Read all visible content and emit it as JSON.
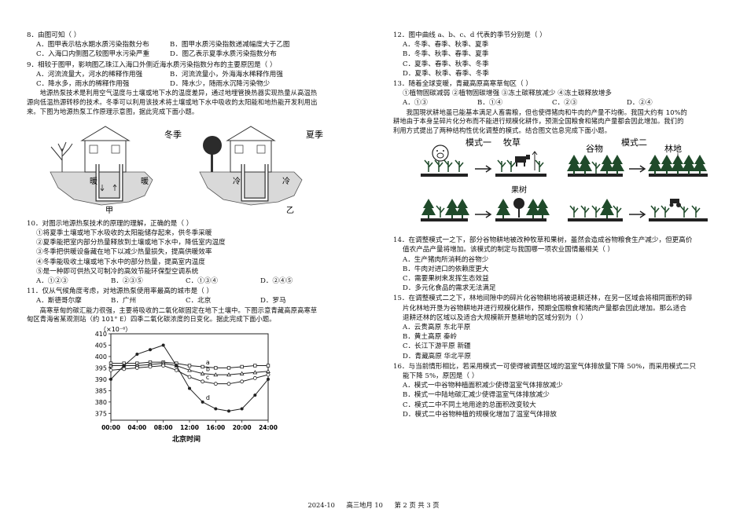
{
  "left": {
    "q8": {
      "stem": "8．由图可知（        ）",
      "a": "A．图甲表示枯水期水质污染指数分布",
      "b": "B．图甲水质污染指数递减幅度大于乙图",
      "c": "C．入海口内侧图乙较图甲水污染严重",
      "d": "D．图乙表示夏季水质污染指数分布"
    },
    "q9": {
      "stem": "9．相较于图甲，影响图乙珠江入海口外侧近海水质污染指数分布的主要原因是（        ）",
      "a": "A．河流流量大，河水的稀释作用强",
      "b": "B．河流流量小，外海海水稀释作用强",
      "c": "C．降水多，雨水的稀释作用强",
      "d": "D．降水少，随雨水沉降污染物少"
    },
    "intro1": [
      "地源热泵技术是利用空气温度与土壤或地下水的温度差异，通过地埋管换热器实现热量从高温热",
      "源向低温热源转移的技术。冬季可以利用该技术将土壤或地下水中吸收的太阳能和地热能开发利用出",
      "来。下图为地源热泵工作原理示意图，据此完成下面小题。"
    ],
    "fig1": {
      "winter": "冬季",
      "summer": "夏季",
      "warm": "暖",
      "cold": "冷",
      "label_a": "甲",
      "label_b": "乙"
    },
    "q10": {
      "stem": "10．对图示地源热泵技术的原理的理解，正确的是（        ）",
      "s1": "①将夏季土壤或地下水吸收的太阳能储存起来，供冬季采暖",
      "s2": "②夏季能把室内部分热量释放到土壤或地下水中，降低室内温度",
      "s3": "③冬季把供暖设备藏在地下以减少热量损失，提高供暖效率",
      "s4": "④冬季能吸收土壤或地下水中的部分热量，提高室内温度",
      "s5": "⑤是一种即可供热又可制冷的高效节能环保型空调系统",
      "a": "A．①②③",
      "b": "B．②③⑤",
      "c": "C．①③④",
      "d": "D．②④⑤"
    },
    "q11": {
      "stem": "11．仅从气候角度考虑，对地源热泵使用率最高的城市是（        ）",
      "a": "A．斯德哥尔摩",
      "b": "B．广州",
      "c": "C．北京",
      "d": "D．罗马"
    },
    "intro2": [
      "高寒草甸的碳汇能力很强，主要将吸收的二氧化碳固定在地下土壤中。下图示意青藏高原高寒草",
      "甸区青海省某观测站（约 101° E）四季二氧化碳浓度的日变化。据此完成下面小题。"
    ]
  },
  "chart_data": {
    "type": "line",
    "unit_label": "（×10⁻⁶）",
    "xlabel": "北京时间",
    "x_ticks": [
      "00:00",
      "04:00",
      "08:00",
      "12:00",
      "16:00",
      "20:00",
      "24:00"
    ],
    "ylim": [
      372,
      410
    ],
    "y_ticks": [
      375,
      380,
      385,
      390,
      395,
      400,
      405,
      410
    ],
    "x": [
      0,
      2,
      4,
      6,
      8,
      10,
      12,
      14,
      16,
      18,
      20,
      22,
      24
    ],
    "series": [
      {
        "name": "a",
        "values": [
          397,
          397,
          397,
          397.5,
          397.5,
          397,
          396,
          395.5,
          395,
          395,
          395.5,
          396,
          396
        ]
      },
      {
        "name": "b",
        "values": [
          396,
          396,
          396,
          396.5,
          397,
          396,
          394,
          392.5,
          392,
          392,
          392.5,
          393,
          393.5
        ]
      },
      {
        "name": "c",
        "values": [
          394,
          394.5,
          395,
          395.5,
          396,
          394,
          391,
          389,
          388,
          388,
          389,
          390.5,
          392
        ]
      },
      {
        "name": "d",
        "values": [
          390,
          396,
          401,
          403,
          405,
          396,
          386,
          380,
          377,
          376,
          377,
          383,
          390
        ]
      }
    ]
  },
  "right": {
    "q12": {
      "stem": "12．图中曲线 a、b、c、d 代表的季节分别是（        ）",
      "a": "A．冬季、春季、秋季、夏季",
      "b": "B．冬季、秋季、春季、夏季",
      "c": "C．夏季、春季、秋季、冬季",
      "d": "D．夏季、秋季、春季、冬季"
    },
    "q13": {
      "stem": "13．随着全球变暖，青藏高原高寒草甸区（        ）",
      "s": "①植物固碳减弱        ②植物固碳增强        ③冻土碳释放减少    ④冻土碳释放增多",
      "a": "A．①③",
      "b": "B．①④",
      "c": "C．②③",
      "d": "D．②④"
    },
    "intro3": [
      "我国現状耕地虽已能基本满足人畜需粮，但也使得猪肉和牛肉的产量不均衡。我国大约有 10%的",
      "耕地由于本身呈碎片化分布而不能进行规模化耕作，预测全国粮食和猪肉产量都会因此增加。我们的",
      "利用方式提出了两种结构性优化调整的模式。结合图文信息完成下面小题。"
    ],
    "fig2": {
      "mode1": "模式一",
      "mode2": "模式二",
      "pasture": "牧草",
      "grain": "谷物",
      "forest": "林地",
      "orchard": "果树"
    },
    "q14": {
      "stem1": "14．在调整模式一之下，部分谷物耕地被改种牧草和果树，虽然会造成谷物粮食生产减少，但更高价",
      "stem2": "值农产品产量将增加。该模式的制定与我国哪一项农业国情最相关（        ）",
      "a": "A．生产猪肉所消耗的谷物少",
      "b": "B．牛肉对进口的依赖度更大",
      "c": "C．需要果树来发挥生态效益",
      "d": "D．多元化食品的需求无法满足"
    },
    "q15": {
      "stem1": "15．在调整模式二之下，林地间隙中的碎片化谷物耕地将被退耕还林，在另一区域会将相同面积的碎",
      "stem2": "片化林地开垦为谷物耕地并进行规模化耕作，预期全国粮食和猪肉产量都会因此增加。那么适合",
      "stem3": "退耕还林的区域以及适合大规模新开垦耕地的区域分别为（        ）",
      "a": "A．云贵高原  东北平原",
      "b": "B．黄土高原  秦岭",
      "c": "C．长江下游平原  新疆",
      "d": "D．青藏高原  华北平原"
    },
    "q16": {
      "stem1": "16．与当前情形相比，若采用模式一可使得被调整区域的温室气体排放量下降 50%，而采用模式二只",
      "stem2": "能下降 5%，原因是（        ）",
      "a": "A．模式一中谷物种植面积减少使得温室气体排放减少",
      "b": "B．模式一中陆地碳汇减少使得温室气体排放减少",
      "c": "C．模式二中不同土地用途的总面积改变较大",
      "d": "D．模式二中谷物种植的规模化增加了温室气体排放"
    }
  },
  "footer": {
    "date": "2024-10",
    "subject": "高三地月 10",
    "page": "第 2 页  共 3 页"
  },
  "colors": {
    "ink": "#111111",
    "tree": "#1f4a2a",
    "ground": "#bbbbbb"
  }
}
